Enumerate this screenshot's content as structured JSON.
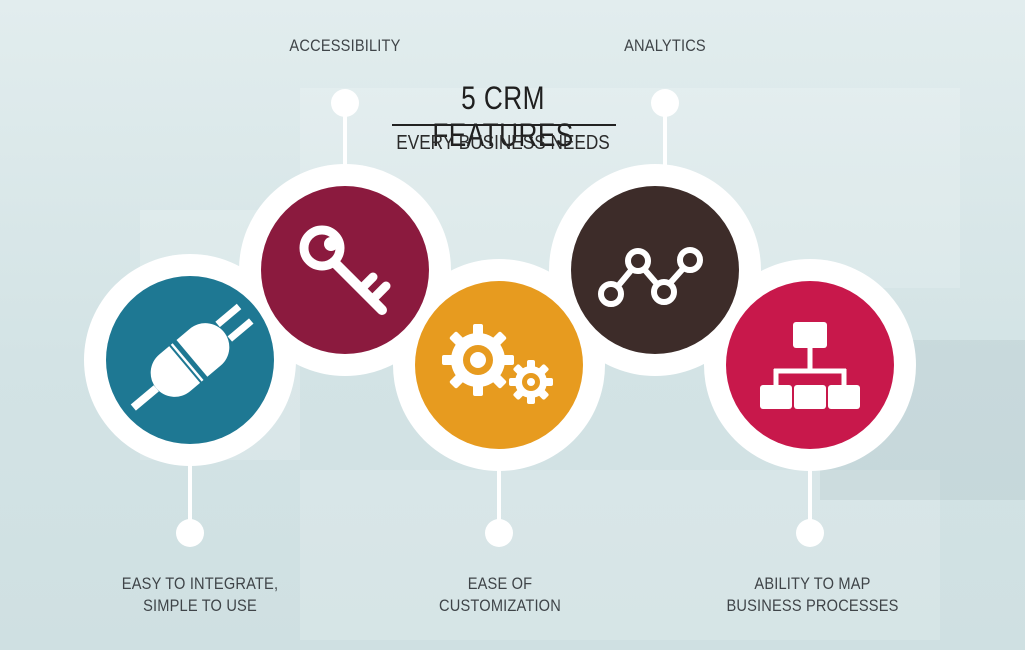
{
  "title": {
    "main": "5 CRM FEATURES",
    "subtitle": "EVERY BUSINESS NEEDS"
  },
  "features": [
    {
      "label_line1": "EASY TO INTEGRATE,",
      "label_line2": "SIMPLE TO USE",
      "icon": "plug-icon",
      "color": "#1e7893"
    },
    {
      "label_line1": "ACCESSIBILITY",
      "label_line2": "",
      "icon": "key-icon",
      "color": "#8b1a3e"
    },
    {
      "label_line1": "EASE OF",
      "label_line2": "CUSTOMIZATION",
      "icon": "gears-icon",
      "color": "#e79b1f"
    },
    {
      "label_line1": "ANALYTICS",
      "label_line2": "",
      "icon": "line-graph-icon",
      "color": "#3d2c29"
    },
    {
      "label_line1": "ABILITY TO MAP",
      "label_line2": "BUSINESS PROCESSES",
      "icon": "flowchart-icon",
      "color": "#c8184b"
    }
  ],
  "colors": {
    "background": "#d8e7e8",
    "ring": "#ffffff",
    "connector": "#ffffff",
    "text": "#3f4448"
  }
}
